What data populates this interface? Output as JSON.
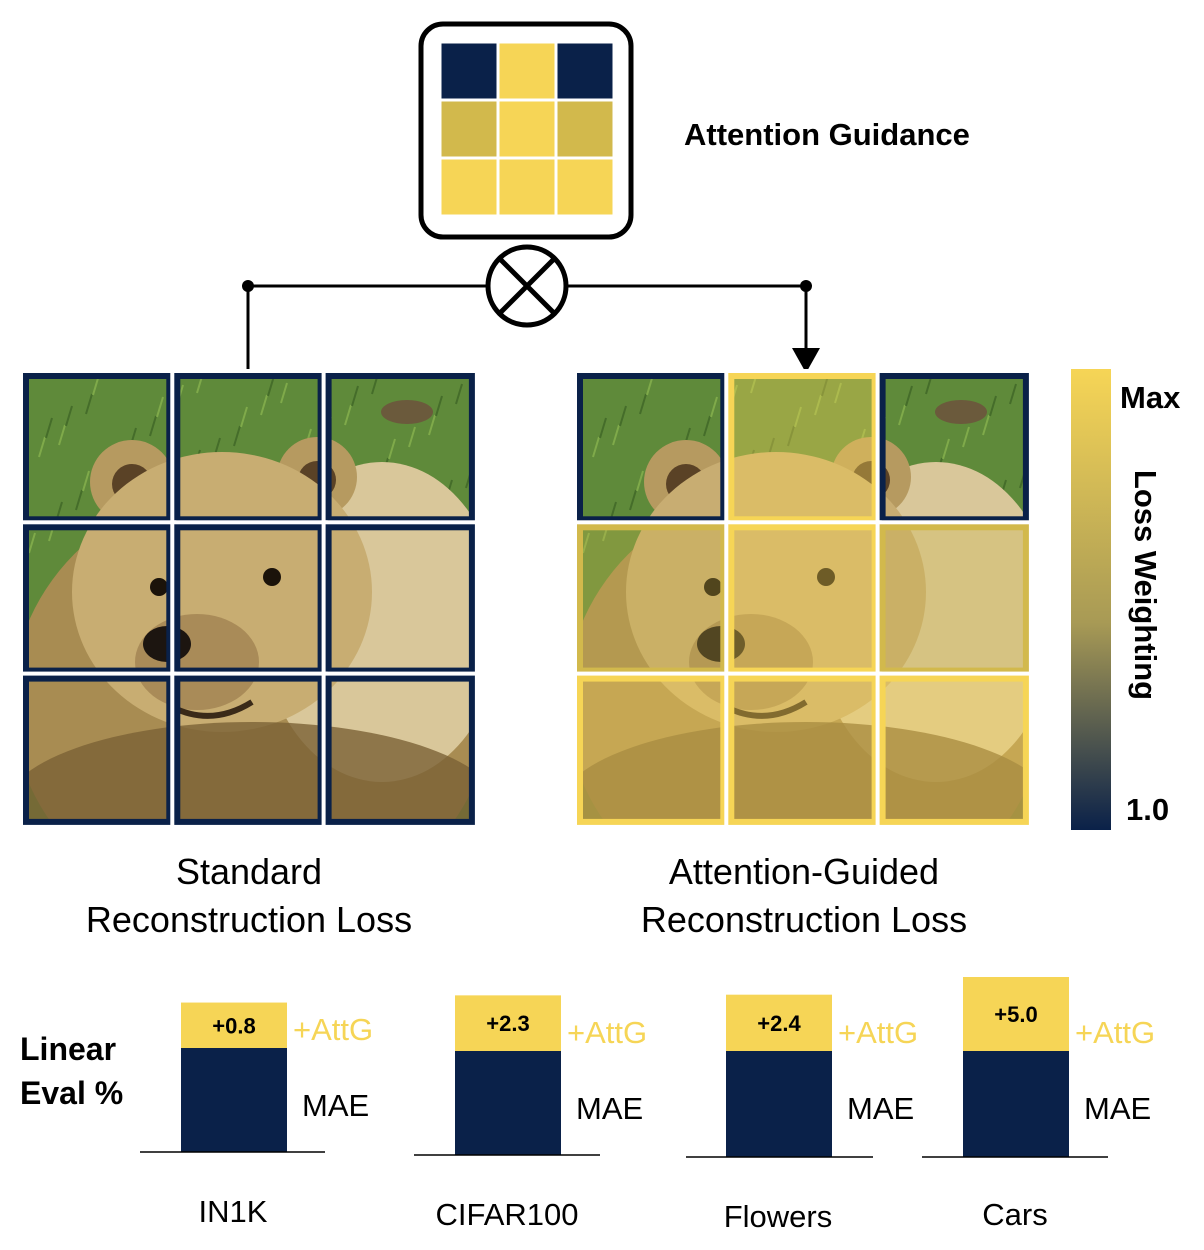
{
  "colors": {
    "navy": "#0a2149",
    "yellow": "#f6d556",
    "mid": "#d2b94c",
    "line": "#000000"
  },
  "attention_guidance": {
    "label": "Attention Guidance",
    "grid": [
      [
        "navy",
        "yellow",
        "navy"
      ],
      [
        "mid",
        "yellow",
        "mid"
      ],
      [
        "yellow",
        "yellow",
        "yellow"
      ]
    ]
  },
  "standard": {
    "label_line1": "Standard",
    "label_line2": "Reconstruction Loss"
  },
  "guided": {
    "label_line1": "Attention-Guided",
    "label_line2": "Reconstruction Loss"
  },
  "colorbar": {
    "max_label": "Max",
    "min_label": "1.0",
    "title": "Loss Weighting"
  },
  "eval": {
    "label_line1": "Linear",
    "label_line2": "Eval %",
    "base_label": "MAE",
    "gain_label": "+AttG"
  },
  "chart_data": {
    "type": "bar",
    "categories": [
      "IN1K",
      "CIFAR100",
      "Flowers",
      "Cars"
    ],
    "series": [
      {
        "name": "MAE",
        "values": [
          null,
          null,
          null,
          null
        ]
      },
      {
        "name": "+AttG",
        "values": [
          0.8,
          2.3,
          2.4,
          5.0
        ]
      }
    ],
    "data_labels": [
      "+0.8",
      "+2.3",
      "+2.4",
      "+5.0"
    ]
  }
}
